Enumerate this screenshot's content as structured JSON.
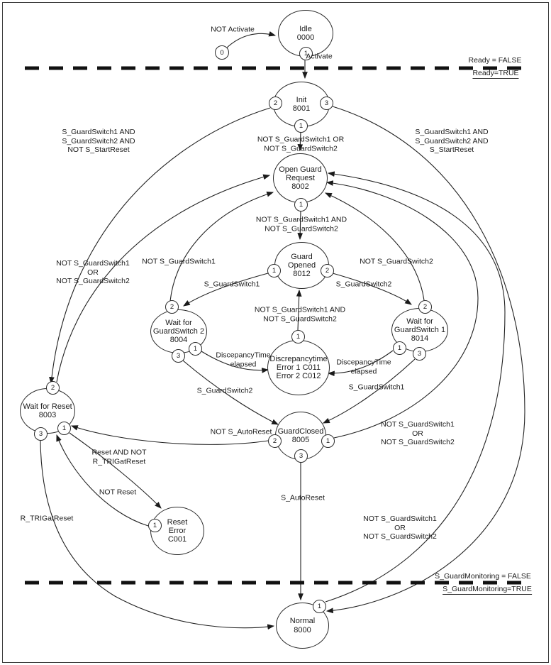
{
  "colors": {
    "line": "#222222",
    "text": "#1a1a1a",
    "background": "#ffffff"
  },
  "states": [
    {
      "id": "idle",
      "label": "Idle\n0000"
    },
    {
      "id": "init",
      "label": "Init\n8001"
    },
    {
      "id": "open-guard-request",
      "label": "Open Guard\nRequest\n8002"
    },
    {
      "id": "guard-opened",
      "label": "Guard\nOpened\n8012"
    },
    {
      "id": "wait-for-guardswitch-2",
      "label": "Wait for\nGuardSwitch 2\n8004"
    },
    {
      "id": "wait-for-guardswitch-1",
      "label": "Wait for\nGuardSwitch 1\n8014"
    },
    {
      "id": "discrepancy-error",
      "label": "Discrepancytime\nError 1 C011\nError 2 C012"
    },
    {
      "id": "wait-for-reset",
      "label": "Wait for Reset\n8003"
    },
    {
      "id": "guard-closed",
      "label": "GuardClosed\n8005"
    },
    {
      "id": "reset-error",
      "label": "Reset\nError\nC001"
    },
    {
      "id": "normal",
      "label": "Normal\n8000"
    }
  ],
  "ports": [
    {
      "id": "start",
      "n": "0"
    },
    {
      "id": "idle-1",
      "n": "1"
    },
    {
      "id": "init-2",
      "n": "2"
    },
    {
      "id": "init-3",
      "n": "3"
    },
    {
      "id": "init-1",
      "n": "1"
    },
    {
      "id": "ogr-1",
      "n": "1"
    },
    {
      "id": "opened-1",
      "n": "1"
    },
    {
      "id": "opened-2",
      "n": "2"
    },
    {
      "id": "w2-2",
      "n": "2"
    },
    {
      "id": "w2-1",
      "n": "1"
    },
    {
      "id": "w2-3",
      "n": "3"
    },
    {
      "id": "w1-2",
      "n": "2"
    },
    {
      "id": "w1-1",
      "n": "1"
    },
    {
      "id": "w1-3",
      "n": "3"
    },
    {
      "id": "derr-1",
      "n": "1"
    },
    {
      "id": "wreset-2",
      "n": "2"
    },
    {
      "id": "wreset-1",
      "n": "1"
    },
    {
      "id": "wreset-3",
      "n": "3"
    },
    {
      "id": "closed-2",
      "n": "2"
    },
    {
      "id": "closed-1",
      "n": "1"
    },
    {
      "id": "closed-3",
      "n": "3"
    },
    {
      "id": "rerr-1",
      "n": "1"
    },
    {
      "id": "normal-1",
      "n": "1"
    }
  ],
  "edge_labels": [
    {
      "id": "not-activate",
      "text": "NOT Activate"
    },
    {
      "id": "activate",
      "text": "Activate"
    },
    {
      "id": "init-guard-open",
      "text": "NOT S_GuardSwitch1 OR\nNOT S_GuardSwitch2"
    },
    {
      "id": "init-to-wait-reset",
      "text": "S_GuardSwitch1 AND\nS_GuardSwitch2 AND\nNOT S_StartReset"
    },
    {
      "id": "init-to-normal",
      "text": "S_GuardSwitch1 AND\nS_GuardSwitch2 AND\nS_StartReset"
    },
    {
      "id": "ogr-to-opened",
      "text": "NOT S_GuardSwitch1 AND\nNOT S_GuardSwitch2"
    },
    {
      "id": "not-guardswitch1",
      "text": "NOT S_GuardSwitch1"
    },
    {
      "id": "guardswitch1",
      "text": "S_GuardSwitch1"
    },
    {
      "id": "not-guardswitch2",
      "text": "NOT S_GuardSwitch2"
    },
    {
      "id": "guardswitch2",
      "text": "S_GuardSwitch2"
    },
    {
      "id": "wait-reset-to-ogr",
      "text": "NOT S_GuardSwitch1\nOR\nNOT S_GuardSwitch2"
    },
    {
      "id": "error-to-opened",
      "text": "NOT S_GuardSwitch1 AND\nNOT S_GuardSwitch2"
    },
    {
      "id": "discrepancy-left",
      "text": "DiscepancyTime\nelapsed"
    },
    {
      "id": "discrepancy-right",
      "text": "DiscepancyTime\nelapsed"
    },
    {
      "id": "guardswitch2-to-closed",
      "text": "S_GuardSwitch2"
    },
    {
      "id": "guardswitch1-to-closed",
      "text": "S_GuardSwitch1"
    },
    {
      "id": "not-autoreset",
      "text": "NOT S_AutoReset"
    },
    {
      "id": "closed-to-ogr",
      "text": "NOT S_GuardSwitch1\nOR\nNOT S_GuardSwitch2"
    },
    {
      "id": "reset-and-not-trig",
      "text": "Reset AND NOT\nR_TRIGatReset"
    },
    {
      "id": "not-reset",
      "text": "NOT Reset"
    },
    {
      "id": "r-trigatreset",
      "text": "R_TRIGatReset"
    },
    {
      "id": "s-autoreset",
      "text": "S_AutoReset"
    },
    {
      "id": "normal-to-ogr",
      "text": "NOT S_GuardSwitch1\nOR\nNOT S_GuardSwitch2"
    }
  ],
  "zones": {
    "ready_false": "Ready = FALSE",
    "ready_true": "Ready=TRUE",
    "guardmonitoring_false": "S_GuardMonitoring = FALSE",
    "guardmonitoring_true": "S_GuardMonitoring=TRUE"
  }
}
